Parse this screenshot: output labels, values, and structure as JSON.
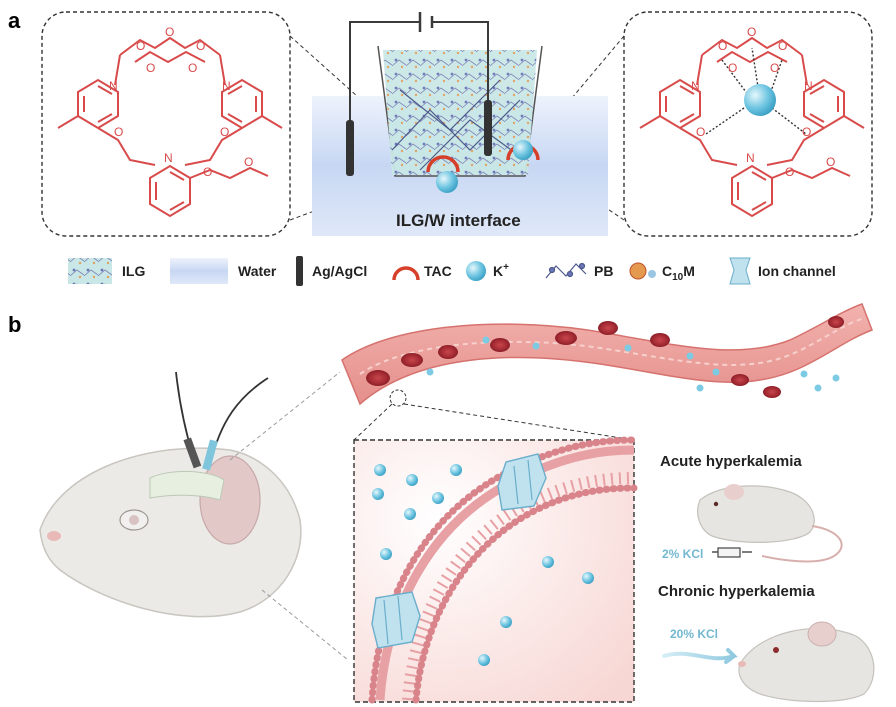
{
  "panels": {
    "a": "a",
    "b": "b"
  },
  "interface_label": "ILG/W interface",
  "legend": {
    "ilg": "ILG",
    "water": "Water",
    "electrode": "Ag/AgCl",
    "tac": "TAC",
    "k_prefix": "K",
    "k_sup": "+",
    "pb": "PB",
    "c10m_prefix": "C",
    "c10m_sub": "10",
    "c10m_suffix": "M",
    "ion_channel": "Ion channel"
  },
  "molecule_atoms": {
    "n": "N",
    "o": "O"
  },
  "acute": {
    "title": "Acute hyperkalemia",
    "dose": "2% KCl"
  },
  "chronic": {
    "title": "Chronic hyperkalemia",
    "dose": "20% KCl"
  },
  "colors": {
    "molecule": "#d94b4b",
    "water": "#b9cdef",
    "k_ion": "#5bbcdc",
    "channel": "#86c7db",
    "vessel": "#e98d8d",
    "membrane": "#e7a0a4"
  }
}
